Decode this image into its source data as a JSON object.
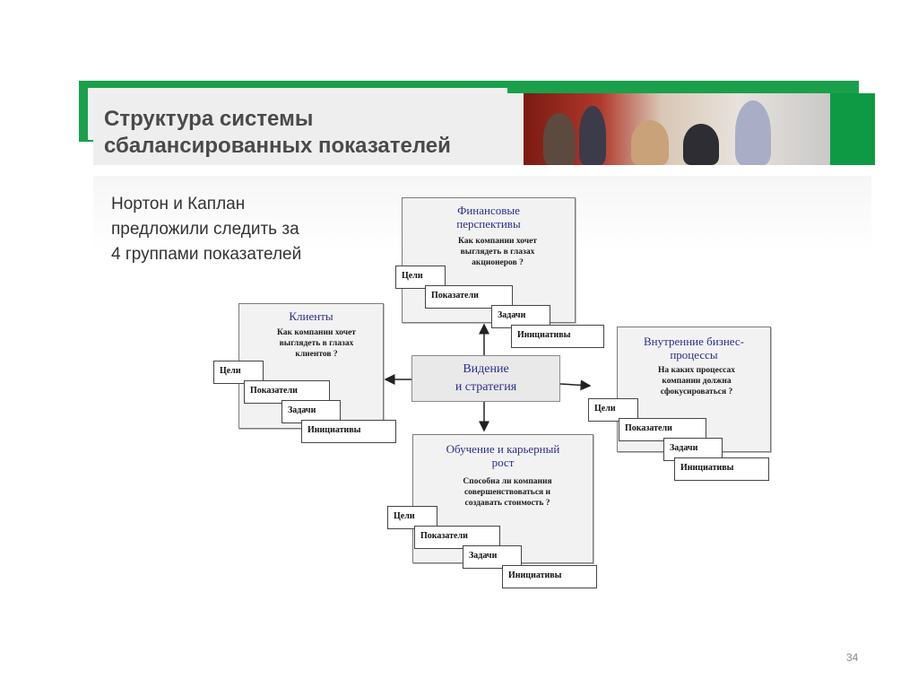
{
  "slide": {
    "title": "Структура системы\nсбалансированных показателей",
    "intro": "Нортон и Каплан\nпредложили следить за\n4 группами показателей",
    "page_number": "34"
  },
  "diagram": {
    "center": "Видение\nи стратегия",
    "finance": {
      "title": "Финансовые\nперспективы",
      "question": "Как компании хочет\nвыглядеть в глазах\nакционеров ?"
    },
    "clients": {
      "title": "Клиенты",
      "question": "Как компании хочет\nвыглядеть в глазах\nклиентов ?"
    },
    "internal": {
      "title": "Внутренние бизнес-\nпроцессы",
      "question": "На каких процессах\nкомпании должна\nсфокусироваться ?"
    },
    "learning": {
      "title": "Обучение и карьерный\nрост",
      "question": "Способна ли компания\nсовершенствоваться и\nсоздавать стоимость ?"
    },
    "tags": {
      "goals": "Цели",
      "metrics": "Показатели",
      "tasks": "Задачи",
      "initiatives": "Инициативы"
    }
  },
  "colors": {
    "banner_green": "#0e9a45",
    "title_blue": "#2a2f8f"
  }
}
